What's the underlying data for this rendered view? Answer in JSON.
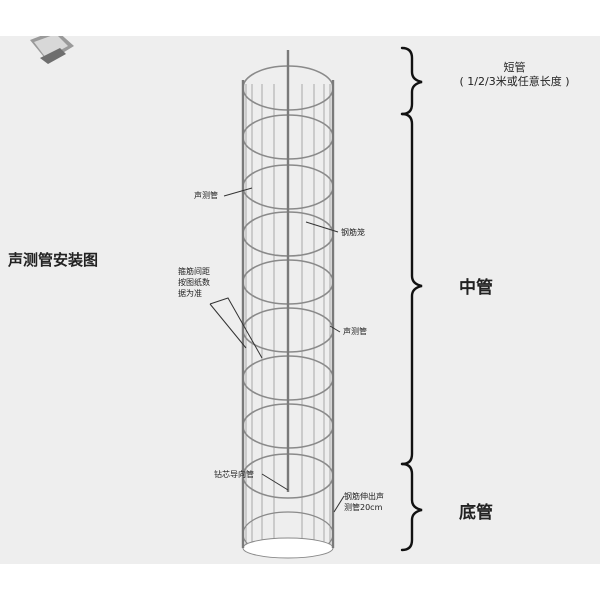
{
  "diagram": {
    "title": "声测管安装图",
    "callouts": {
      "sound_tube_top": "声测管",
      "rebar_cage": "钢筋笼",
      "stirrup_spacing": [
        "箍筋间距",
        "按图纸数",
        "据为准"
      ],
      "sound_tube_mid": "声测管",
      "core_guide_tube": "钻芯导向管",
      "rebar_extend": [
        "钢筋伸出声",
        "测管20cm"
      ]
    },
    "sections": {
      "short_tube": "短管",
      "short_tube_note": "( 1/2/3米或任意长度 )",
      "middle_tube": "中管",
      "bottom_tube": "底管"
    },
    "colors": {
      "background": "#eeeeee",
      "cage_line": "#8a8a8a",
      "bracket": "#111111"
    }
  }
}
